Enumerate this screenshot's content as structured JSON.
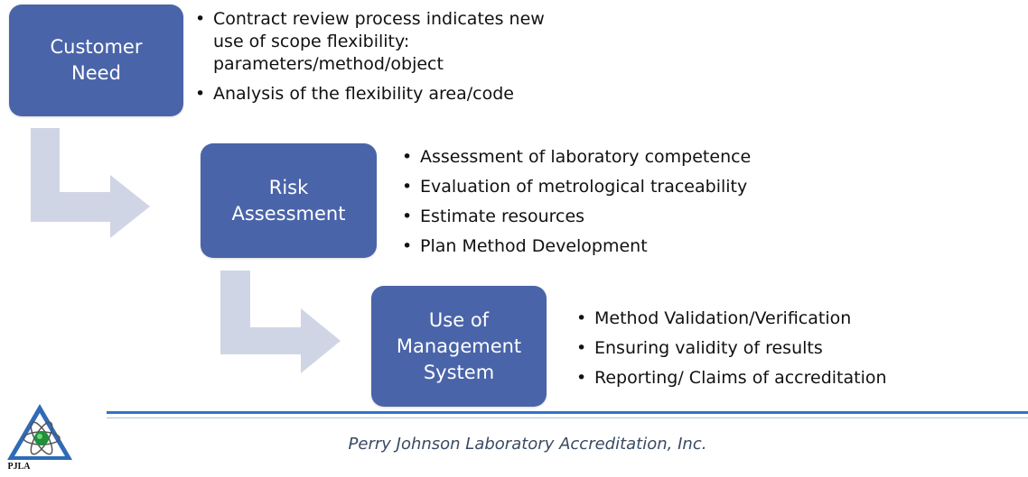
{
  "boxes": [
    {
      "lines": [
        "Customer",
        "Need"
      ]
    },
    {
      "lines": [
        "Risk",
        "Assessment"
      ]
    },
    {
      "lines": [
        "Use of",
        "Management",
        "System"
      ]
    }
  ],
  "lists": [
    {
      "items": [
        "Contract review process indicates new",
        "Analysis of the flexibility area/code"
      ],
      "item1_cont": [
        "use of scope flexibility:",
        "parameters/method/object"
      ]
    },
    {
      "items": [
        "Assessment of laboratory competence",
        "Evaluation of  metrological traceability",
        "Estimate resources",
        "Plan Method Development"
      ]
    },
    {
      "items": [
        "Method Validation/Verification",
        "Ensuring validity of results",
        "Reporting/ Claims of accreditation"
      ]
    }
  ],
  "footer": {
    "text": "Perry Johnson Laboratory Accreditation, Inc.",
    "logo_text": "PJLA"
  },
  "colors": {
    "box": "#4a64a9",
    "arrow": "#d0d5e6",
    "footer_line": "#2e75c9"
  }
}
